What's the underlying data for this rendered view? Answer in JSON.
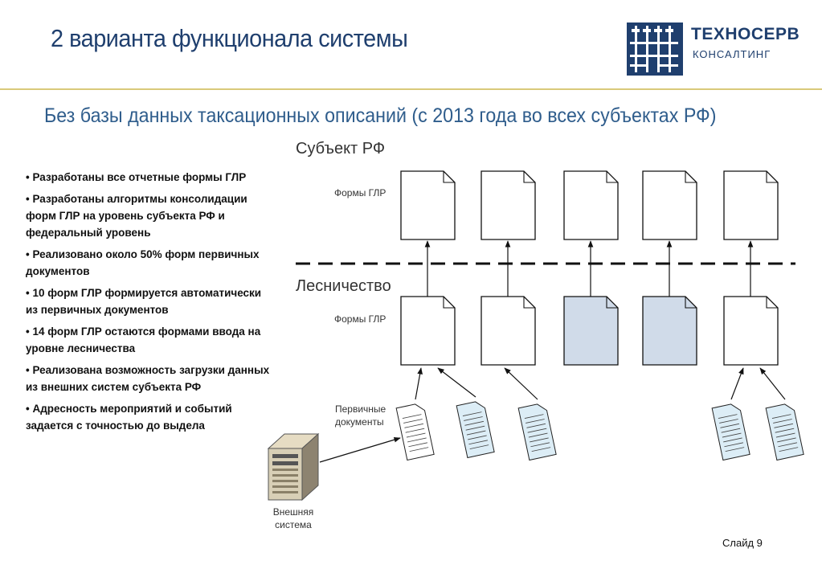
{
  "header": {
    "title": "2 варианта функционала системы",
    "logo_name": "ТЕХНОСЕРВ",
    "logo_sub": "КОНСАЛТИНГ"
  },
  "subtitle": "Без базы данных таксационных описаний (с 2013 года во всех субъектах РФ)",
  "bullets": [
    "• Разработаны все отчетные формы  ГЛР",
    "• Разработаны алгоритмы консолидации форм ГЛР на уровень субъекта РФ и федеральный уровень",
    "• Реализовано около 50% форм первичных документов",
    "• 10 форм ГЛР формируется автоматически из первичных документов",
    "• 14 форм ГЛР остаются формами ввода на уровне лесничества",
    "• Реализована возможность загрузки данных из внешних систем субъекта РФ",
    "• Адресность мероприятий и событий задается с точностью до выдела"
  ],
  "diagram": {
    "level_top": "Субъект РФ",
    "level_bottom": "Лесничество",
    "forms_label_top": "Формы ГЛР",
    "forms_label_bottom": "Формы ГЛР",
    "primary_docs_label": [
      "Первичные",
      "документы"
    ],
    "external_system_label": [
      "Внешняя",
      "система"
    ],
    "colors": {
      "line": "#111111",
      "highlight_doc": "#d0dbe9",
      "primary_doc": "#dcedf6"
    }
  },
  "footer": {
    "slide": "Слайд 9"
  }
}
